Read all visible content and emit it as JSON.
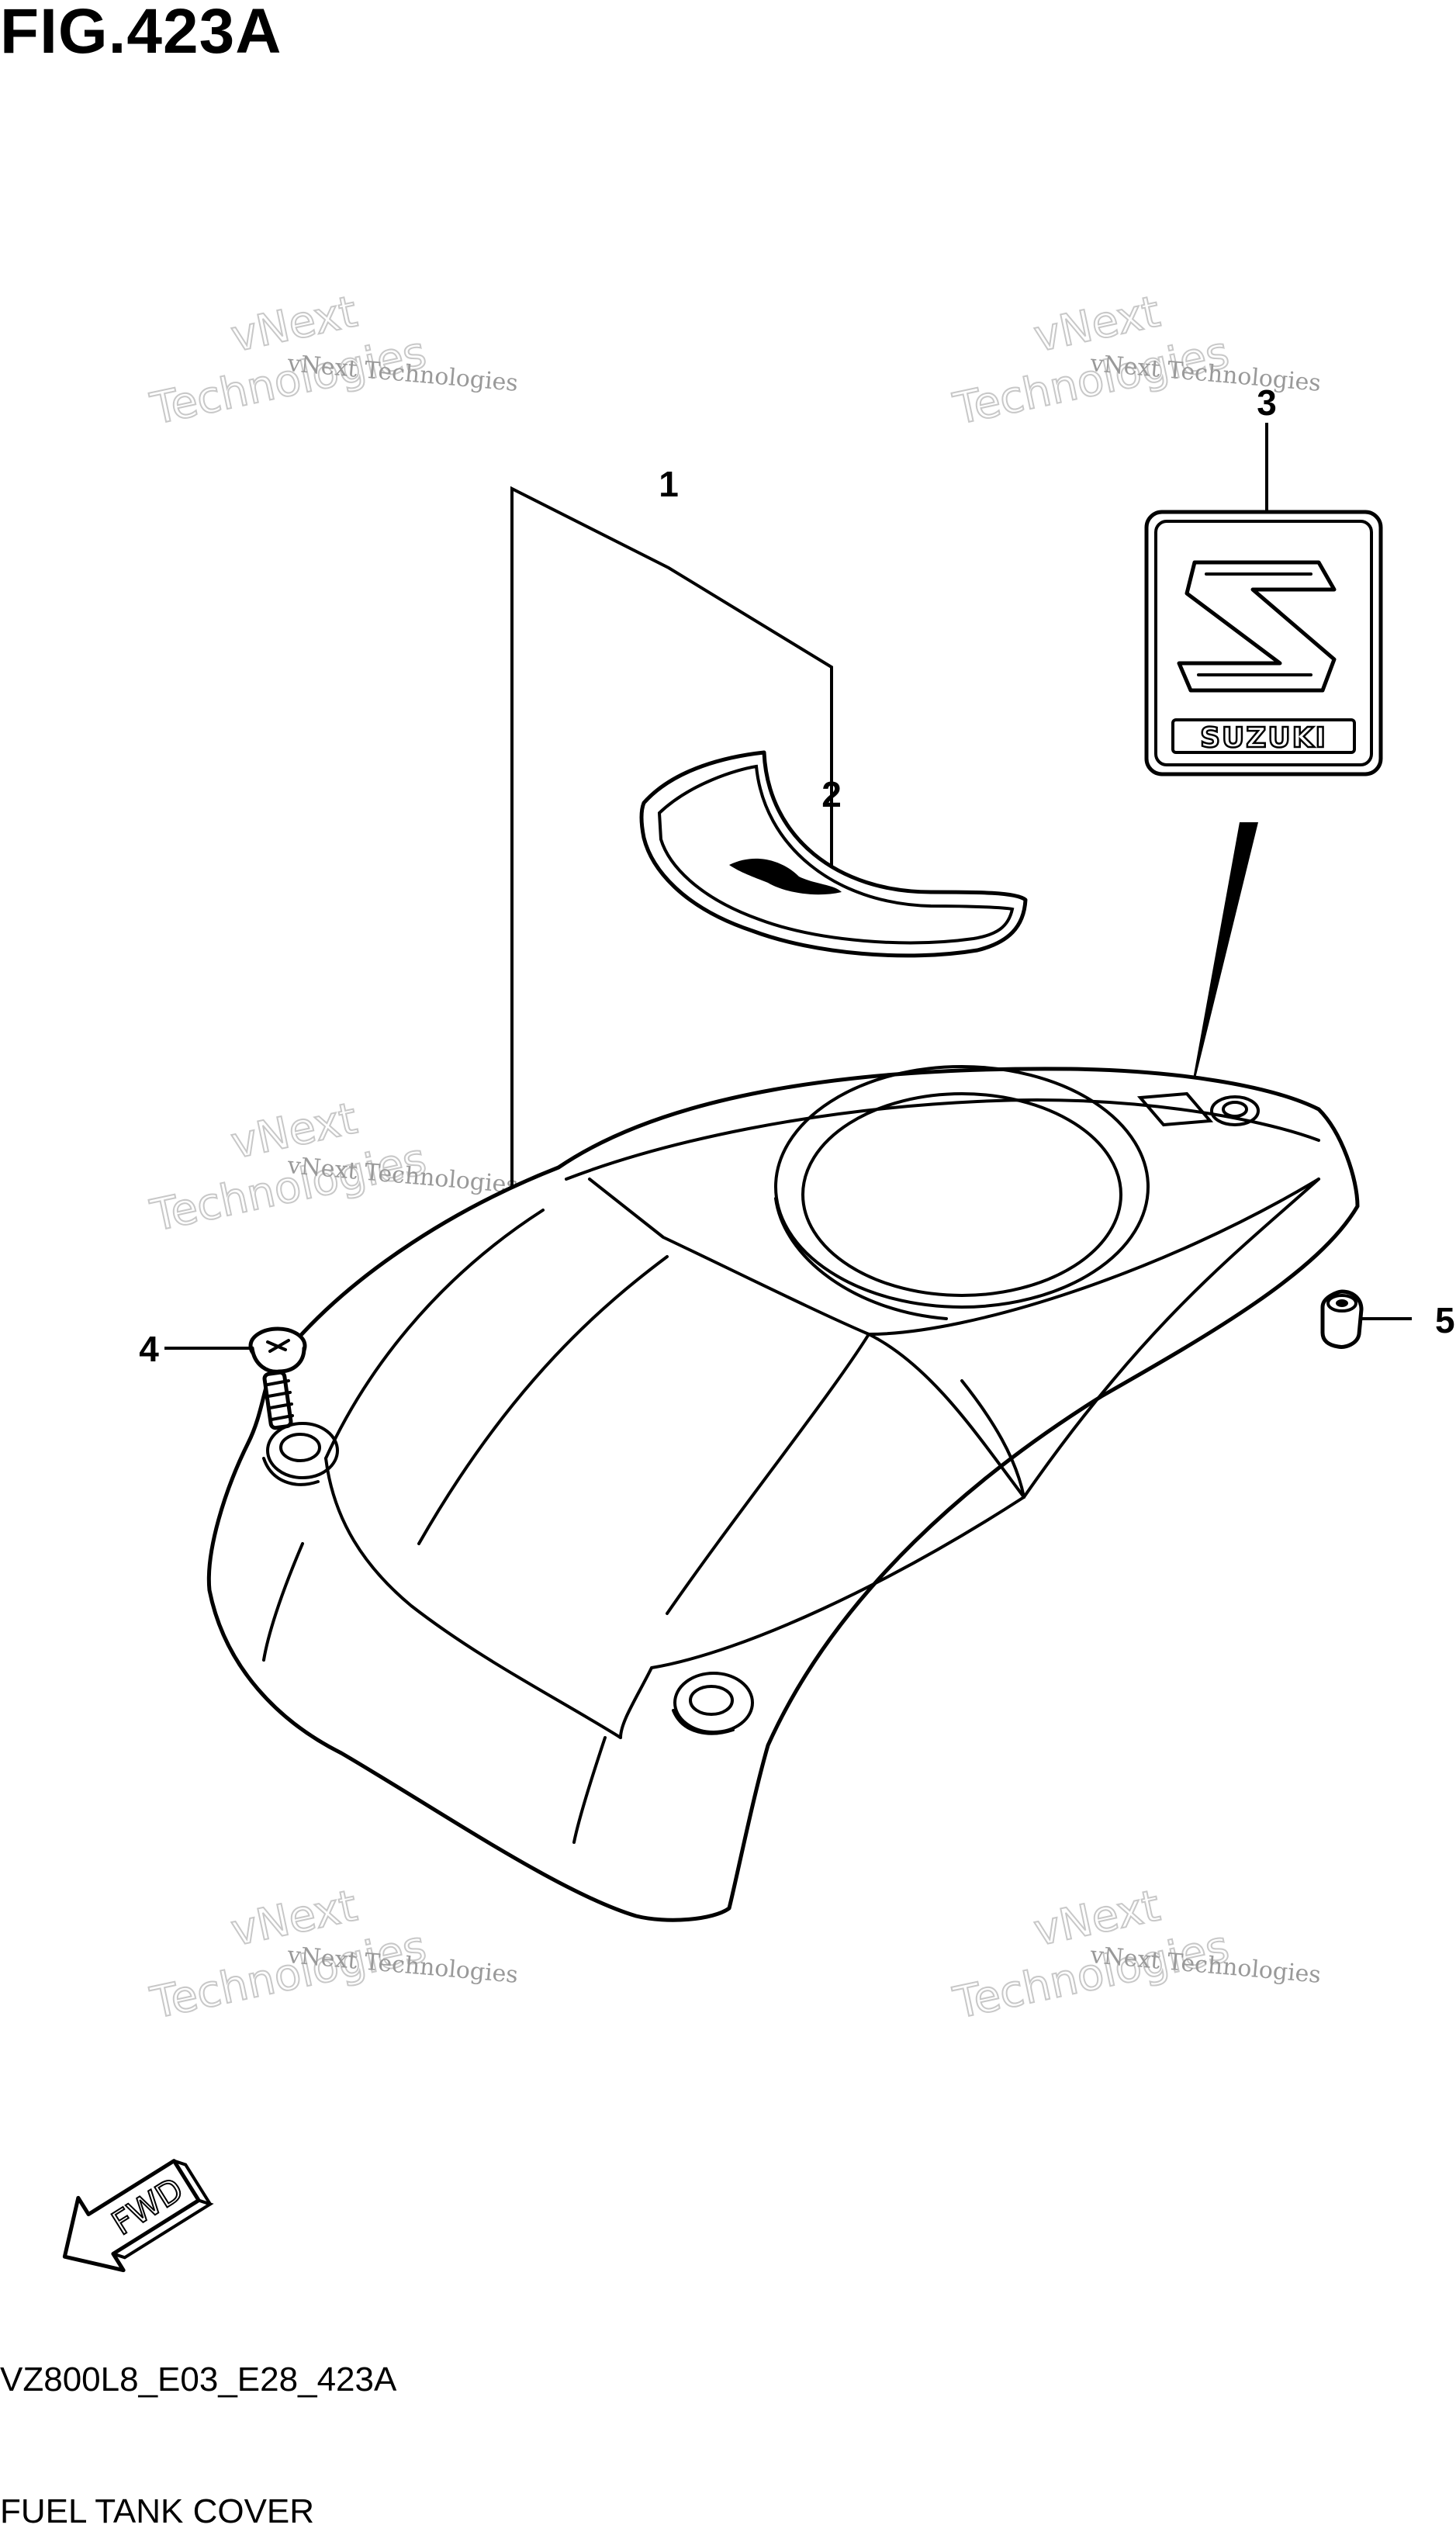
{
  "figure": {
    "title": "FIG.423A",
    "code": "VZ800L8_E03_E28_423A",
    "name": "FUEL TANK COVER"
  },
  "callouts": [
    {
      "id": "1",
      "label": "1"
    },
    {
      "id": "2",
      "label": "2"
    },
    {
      "id": "3",
      "label": "3"
    },
    {
      "id": "4",
      "label": "4"
    },
    {
      "id": "5",
      "label": "5"
    }
  ],
  "emblem": {
    "text": "SUZUKI"
  },
  "direction": {
    "label": "FWD"
  },
  "watermark": {
    "line1": "vNext Technologies",
    "line2": "vNext",
    "line3": "Technologies"
  }
}
